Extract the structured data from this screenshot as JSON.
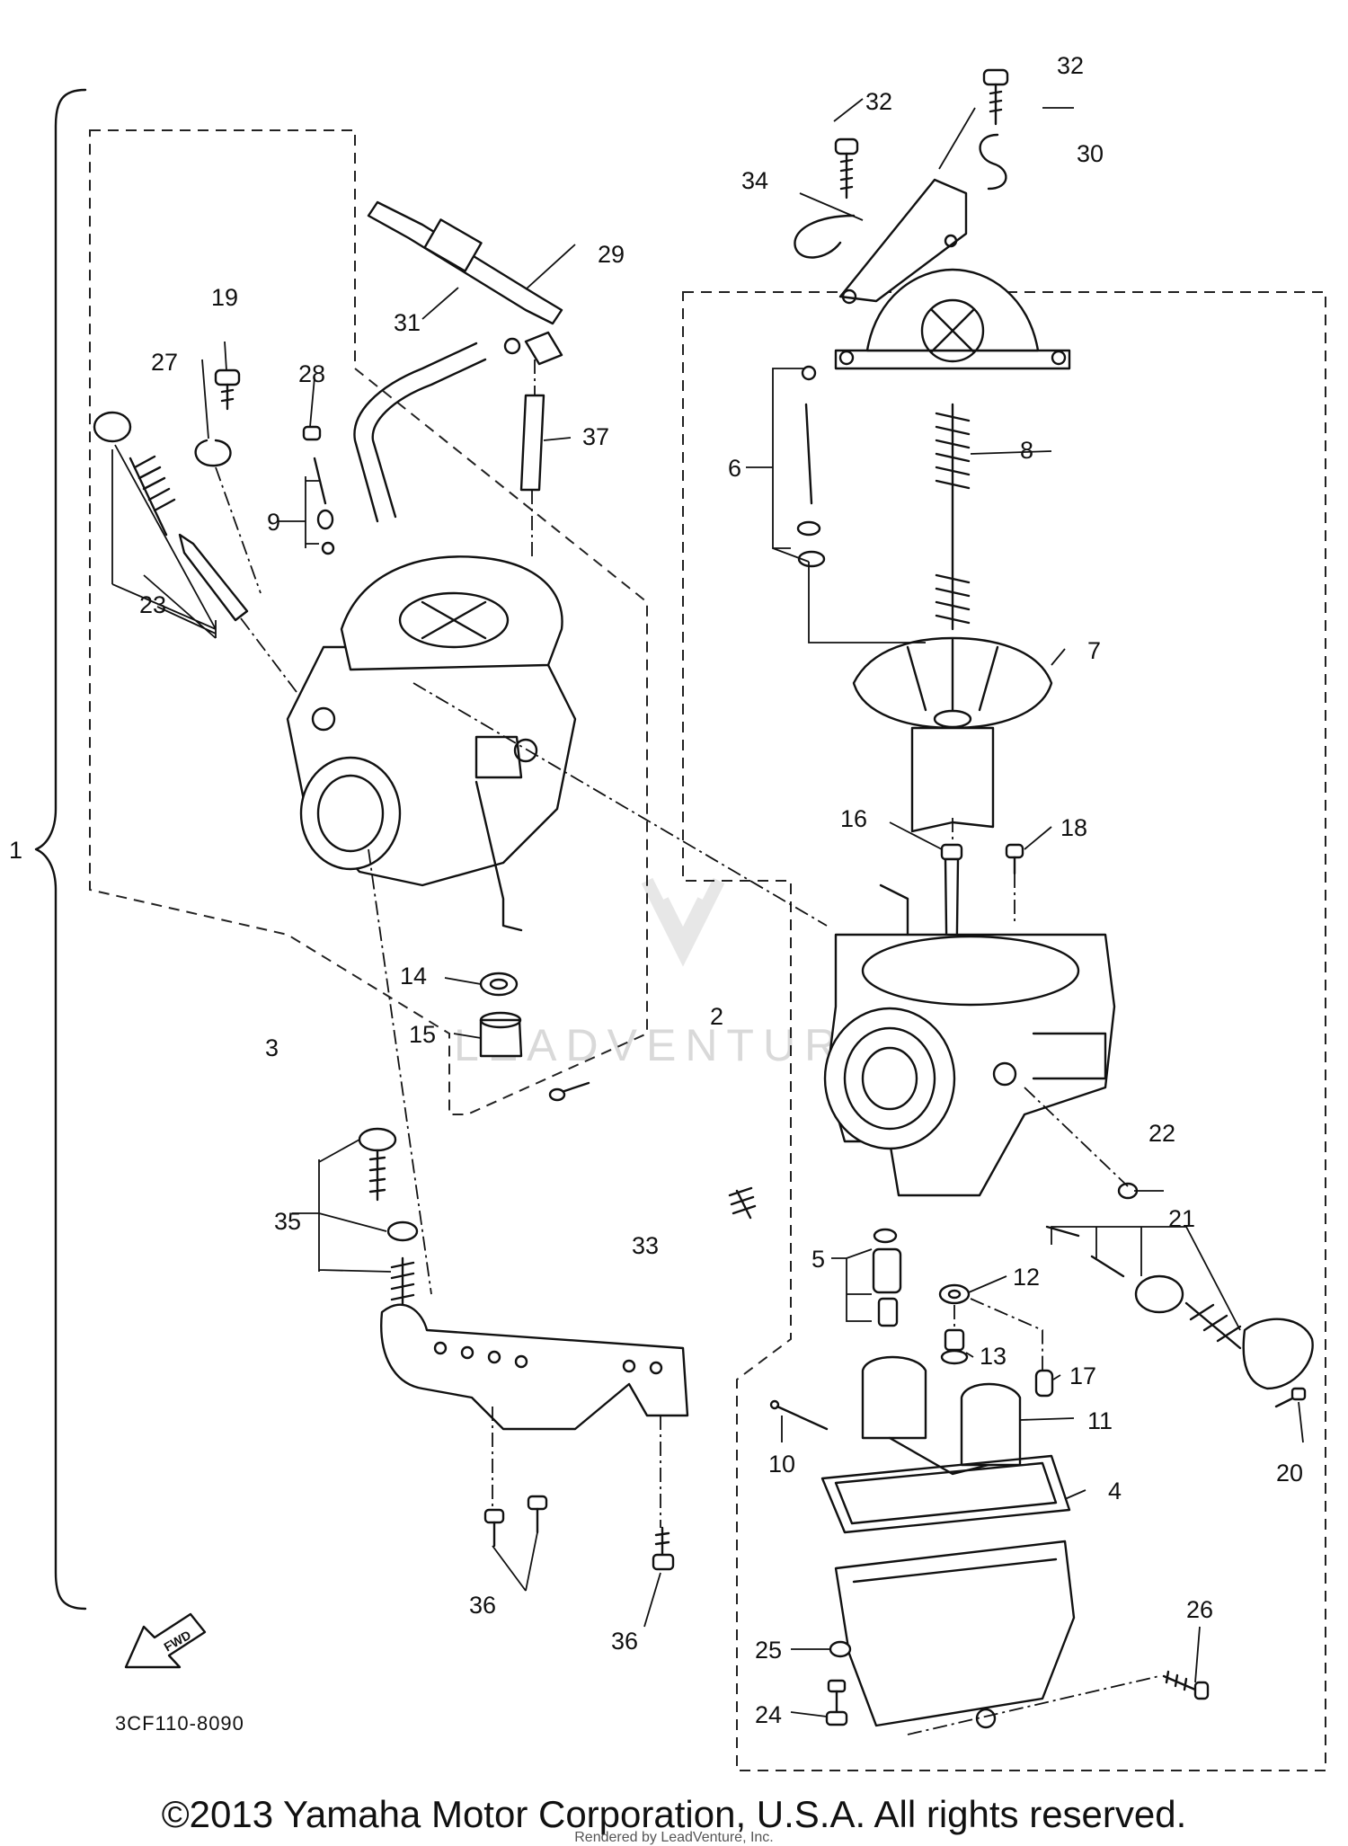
{
  "diagram": {
    "part_code": "3CF110-8090",
    "forward_label": "FWD",
    "watermark": "LEADVENTURE",
    "callouts": [
      "1",
      "2",
      "3",
      "4",
      "5",
      "6",
      "7",
      "8",
      "9",
      "10",
      "11",
      "12",
      "13",
      "14",
      "15",
      "16",
      "17",
      "18",
      "19",
      "20",
      "21",
      "22",
      "23",
      "24",
      "25",
      "26",
      "27",
      "28",
      "29",
      "30",
      "31",
      "32",
      "32",
      "33",
      "34",
      "35",
      "36",
      "36",
      "37"
    ]
  },
  "footer": {
    "copyright": "©2013 Yamaha Motor Corporation, U.S.A. All rights reserved.",
    "rendered_by": "Rendered by LeadVenture, Inc."
  }
}
